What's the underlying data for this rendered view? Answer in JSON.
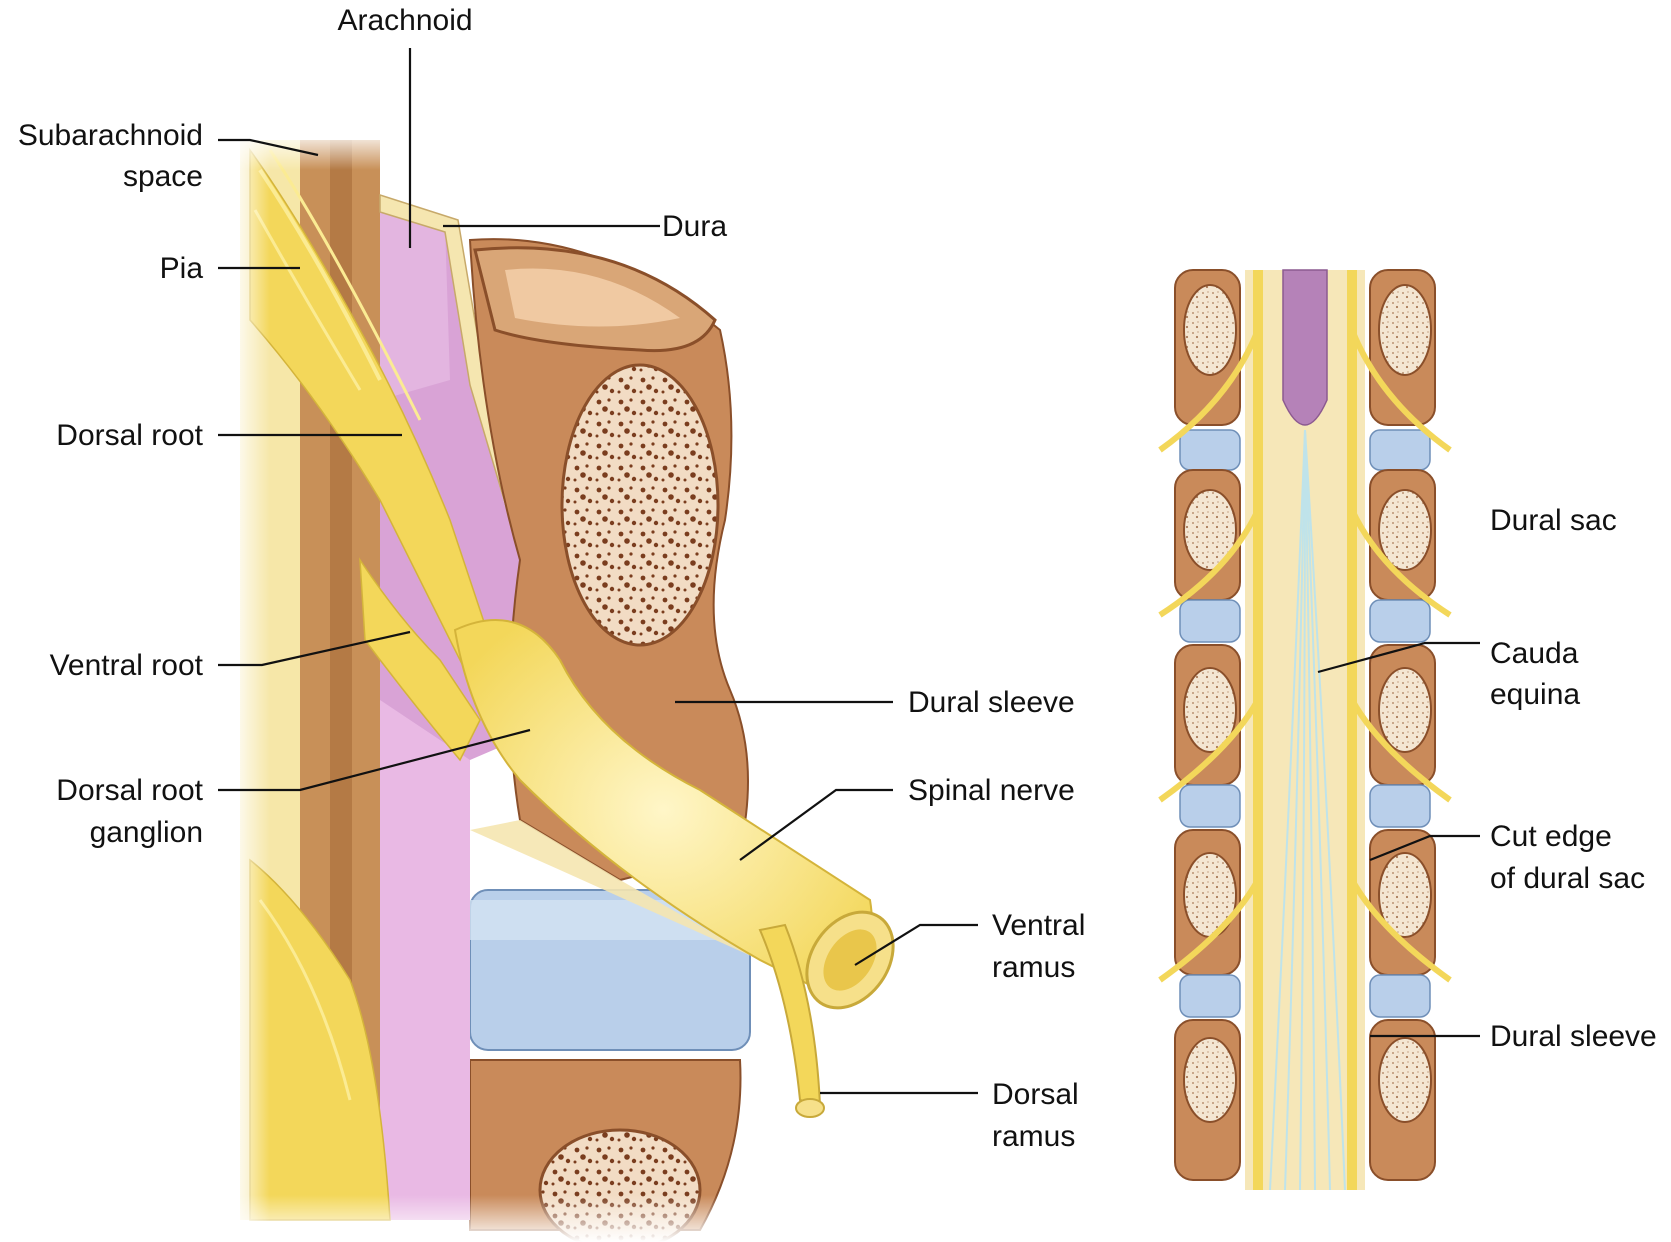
{
  "labels": {
    "arachnoid": "Arachnoid",
    "subarachnoid_1": "Subarachnoid",
    "subarachnoid_2": "space",
    "dura": "Dura",
    "pia": "Pia",
    "dorsal_root": "Dorsal root",
    "ventral_root": "Ventral root",
    "drg_1": "Dorsal root",
    "drg_2": "ganglion",
    "dural_sleeve": "Dural sleeve",
    "spinal_nerve": "Spinal nerve",
    "ventral_ramus_1": "Ventral",
    "ventral_ramus_2": "ramus",
    "dorsal_ramus_1": "Dorsal",
    "dorsal_ramus_2": "ramus",
    "dural_sac": "Dural sac",
    "cauda_1": "Cauda",
    "cauda_2": "equina",
    "cut_edge_1": "Cut edge",
    "cut_edge_2": "of dural sac",
    "dural_sleeve_right": "Dural sleeve"
  },
  "colors": {
    "bone": "#c98a5a",
    "bone_dark": "#8a4f2a",
    "cancellous": "#f2dcc4",
    "nerve": "#f3d75a",
    "nerve_light": "#fbeb93",
    "dura": "#f5e6b0",
    "arachnoid": "#d9a3d6",
    "pia": "#e9b9e4",
    "disc": "#b9cfea",
    "cauda_fibers": "#bfe3ea"
  }
}
